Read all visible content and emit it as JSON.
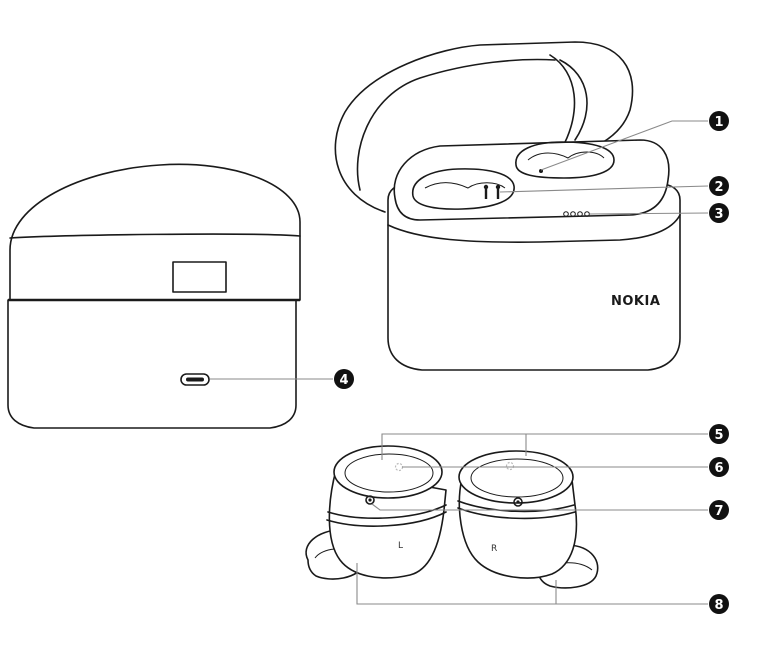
{
  "callouts": [
    {
      "num": "1"
    },
    {
      "num": "2"
    },
    {
      "num": "3"
    },
    {
      "num": "4"
    },
    {
      "num": "5"
    },
    {
      "num": "6"
    },
    {
      "num": "7"
    },
    {
      "num": "8"
    }
  ],
  "case": {
    "brand": "NOKIA"
  },
  "earbuds": {
    "left_mark": "L",
    "right_mark": "R"
  }
}
